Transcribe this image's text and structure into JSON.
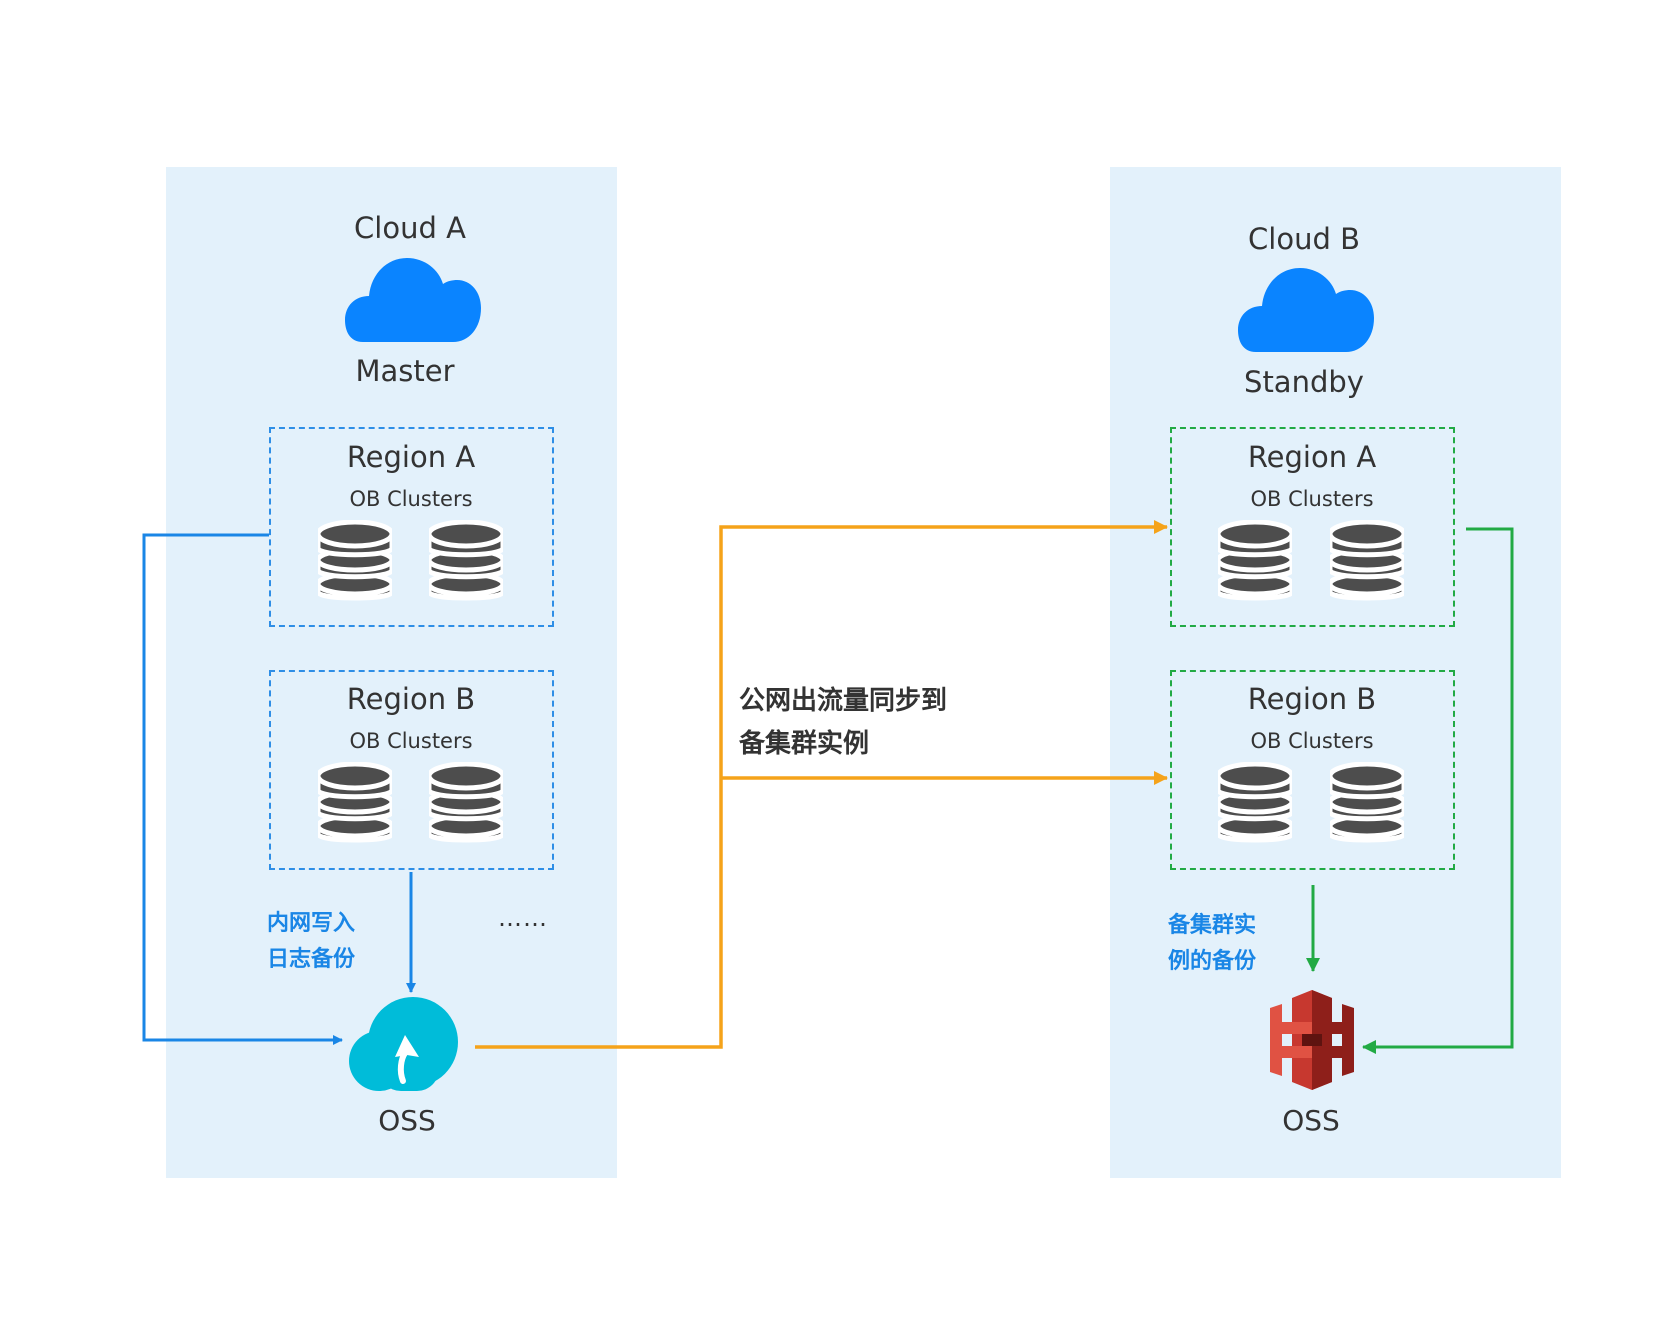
{
  "cloud_a": {
    "title": "Cloud A",
    "role": "Master",
    "icon": "cloud-icon",
    "regions": [
      {
        "title": "Region A",
        "subtitle": "OB Clusters"
      },
      {
        "title": "Region B",
        "subtitle": "OB Clusters"
      }
    ],
    "more": "……",
    "backup_note_line1": "内网写入",
    "backup_note_line2": "日志备份",
    "storage_label": "OSS",
    "storage_icon": "cloud-upload-icon"
  },
  "cloud_b": {
    "title": "Cloud B",
    "role": "Standby",
    "icon": "cloud-icon",
    "regions": [
      {
        "title": "Region A",
        "subtitle": "OB Clusters"
      },
      {
        "title": "Region B",
        "subtitle": "OB Clusters"
      }
    ],
    "backup_note_line1": "备集群实",
    "backup_note_line2": "例的备份",
    "storage_label": "OSS",
    "storage_icon": "s3-bucket-icon"
  },
  "sync_note_line1": "公网出流量同步到",
  "sync_note_line2": "备集群实例",
  "colors": {
    "panel_bg": "#e3f1fb",
    "cloud_blue": "#0a84ff",
    "internal_arrow": "#1a86e6",
    "sync_arrow": "#f5a31a",
    "standby_arrow": "#22aa44",
    "database": "#4d4d4d",
    "oss_cyan": "#00bcd9",
    "s3_red": "#c7382f"
  }
}
